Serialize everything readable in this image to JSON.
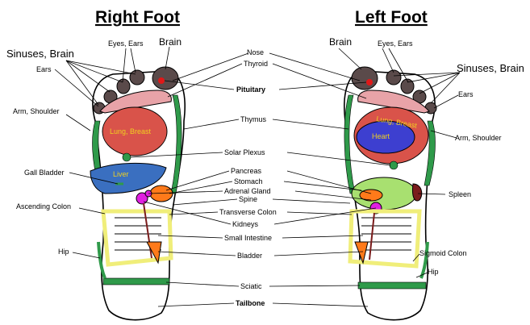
{
  "titles": {
    "right": "Right Foot",
    "left": "Left Foot"
  },
  "labels": {
    "eyes_ears": "Eyes, Ears",
    "brain": "Brain",
    "sinuses_brain": "Sinuses, Brain",
    "ears": "Ears",
    "arm_shoulder": "Arm, Shoulder",
    "gall_bladder": "Gall Bladder",
    "ascending_colon": "Ascending Colon",
    "hip": "Hip",
    "nose": "Nose",
    "thyroid": "Thyroid",
    "pituitary": "Pituitary",
    "thymus": "Thymus",
    "solar_plexus": "Solar Plexus",
    "pancreas": "Pancreas",
    "stomach": "Stomach",
    "adrenal_gland": "Adrenal Gland",
    "spine": "Spine",
    "transverse_colon": "Transverse Colon",
    "kidneys": "Kidneys",
    "small_intestine": "Small Intestine",
    "bladder": "Bladder",
    "sciatic": "Sciatic",
    "tailbone": "Tailbone",
    "spleen": "Spleen",
    "sigmoid_colon": "Sigmoid Colon"
  },
  "regions": {
    "lung_breast": "Lung, Breast",
    "liver": "Liver",
    "heart": "Heart"
  },
  "colors": {
    "lung": "#d9534a",
    "liver": "#3a6fc0",
    "heart": "#3d3fd0",
    "brain_dot": "#e01818",
    "toe": "#5a4a4a",
    "green_band": "#2f9a4a",
    "light_green": "#a8e070",
    "orange": "#ff7a1a",
    "magenta": "#e020e0",
    "maroon": "#7a1c1c",
    "yellow": "#f0ee7a",
    "pink": "#e8a3a8",
    "gold_text": "#f0d020"
  }
}
